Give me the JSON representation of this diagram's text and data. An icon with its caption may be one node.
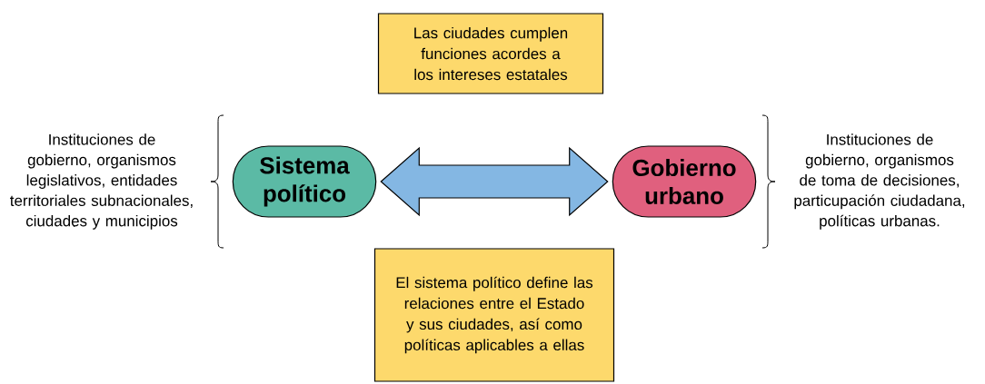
{
  "diagram": {
    "nodes": [
      {
        "text": [
          "Las ciudades cumplen funciones acordes a los intereses estatales"
        ]
      },
      {
        "text": [
          "Sistema político"
        ]
      },
      {
        "text": [
          "Gobierno urbano"
        ]
      },
      {
        "text": [
          "El sistema político define las relaciones entre el Estado y sus ciudades, así como políticas aplicables a ellas"
        ]
      }
    ],
    "edges": [
      {
        "from": 1,
        "to": 2,
        "arrow": "both"
      }
    ],
    "labels": [
      "Instituciones de gobierno, organismos legislativos, entidades territoriales subnacionales, ciudades y municipios",
      "Instituciones de gobierno, organismos de toma de decisiones, particupación ciudadana, políticas urbanas."
    ]
  }
}
